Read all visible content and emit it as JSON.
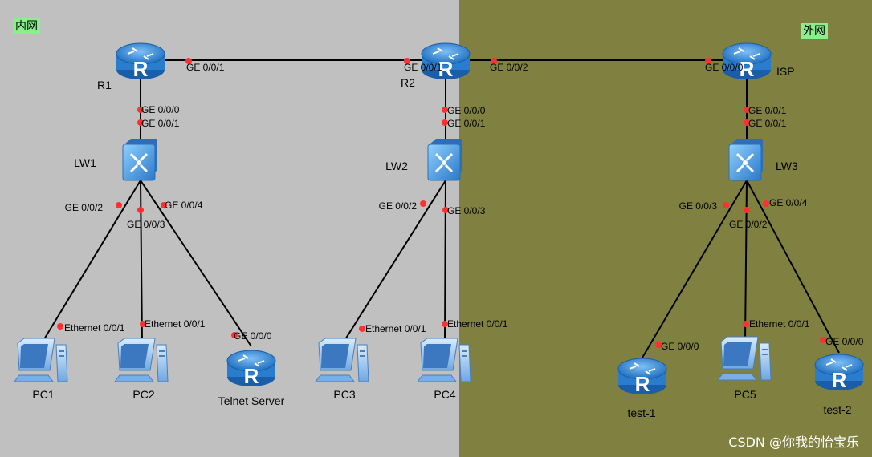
{
  "zones": [
    {
      "label": "内网",
      "color": "#c0c0c0",
      "label_bg": "#88f088"
    },
    {
      "label": "外网",
      "color": "#808040",
      "label_bg": "#88f088"
    }
  ],
  "devices": [
    {
      "id": "R1",
      "label": "R1",
      "kind": "router"
    },
    {
      "id": "R2",
      "label": "R2",
      "kind": "router"
    },
    {
      "id": "ISP",
      "label": "ISP",
      "kind": "router"
    },
    {
      "id": "LW1",
      "label": "LW1",
      "kind": "switch"
    },
    {
      "id": "LW2",
      "label": "LW2",
      "kind": "switch"
    },
    {
      "id": "LW3",
      "label": "LW3",
      "kind": "switch"
    },
    {
      "id": "PC1",
      "label": "PC1",
      "kind": "pc"
    },
    {
      "id": "PC2",
      "label": "PC2",
      "kind": "pc"
    },
    {
      "id": "TS",
      "label": "Telnet Server",
      "kind": "router"
    },
    {
      "id": "PC3",
      "label": "PC3",
      "kind": "pc"
    },
    {
      "id": "PC4",
      "label": "PC4",
      "kind": "pc"
    },
    {
      "id": "T1",
      "label": "test-1",
      "kind": "router"
    },
    {
      "id": "PC5",
      "label": "PC5",
      "kind": "pc"
    },
    {
      "id": "T2",
      "label": "test-2",
      "kind": "router"
    }
  ],
  "links": [
    {
      "from": "R1",
      "to": "R2",
      "from_port": "GE 0/0/1",
      "to_port": "GE 0/0/1"
    },
    {
      "from": "R2",
      "to": "ISP",
      "from_port": "GE 0/0/2",
      "to_port": "GE 0/0/0"
    },
    {
      "from": "R1",
      "to": "LW1",
      "from_port": "GE 0/0/0",
      "to_port": "GE 0/0/1"
    },
    {
      "from": "R2",
      "to": "LW2",
      "from_port": "GE 0/0/0",
      "to_port": "GE 0/0/1"
    },
    {
      "from": "ISP",
      "to": "LW3",
      "from_port": "GE 0/0/1",
      "to_port": "GE 0/0/1"
    },
    {
      "from": "LW1",
      "to": "PC1",
      "from_port": "GE 0/0/2",
      "to_port": "Ethernet 0/0/1"
    },
    {
      "from": "LW1",
      "to": "PC2",
      "from_port": "GE 0/0/3",
      "to_port": "Ethernet 0/0/1"
    },
    {
      "from": "LW1",
      "to": "TS",
      "from_port": "GE 0/0/4",
      "to_port": "GE 0/0/0"
    },
    {
      "from": "LW2",
      "to": "PC3",
      "from_port": "GE 0/0/2",
      "to_port": "Ethernet 0/0/1"
    },
    {
      "from": "LW2",
      "to": "PC4",
      "from_port": "GE 0/0/3",
      "to_port": "Ethernet 0/0/1"
    },
    {
      "from": "LW3",
      "to": "T1",
      "from_port": "GE 0/0/3",
      "to_port": "GE 0/0/0"
    },
    {
      "from": "LW3",
      "to": "PC5",
      "from_port": "GE 0/0/2",
      "to_port": "Ethernet 0/0/1"
    },
    {
      "from": "LW3",
      "to": "T2",
      "from_port": "GE 0/0/4",
      "to_port": "GE 0/0/0"
    }
  ],
  "watermark": "CSDN @你我的怡宝乐",
  "colors": {
    "link": "#000000",
    "port_dot": "#ff3030",
    "router": "#2f86d6",
    "switch": "#3f8fd8"
  }
}
